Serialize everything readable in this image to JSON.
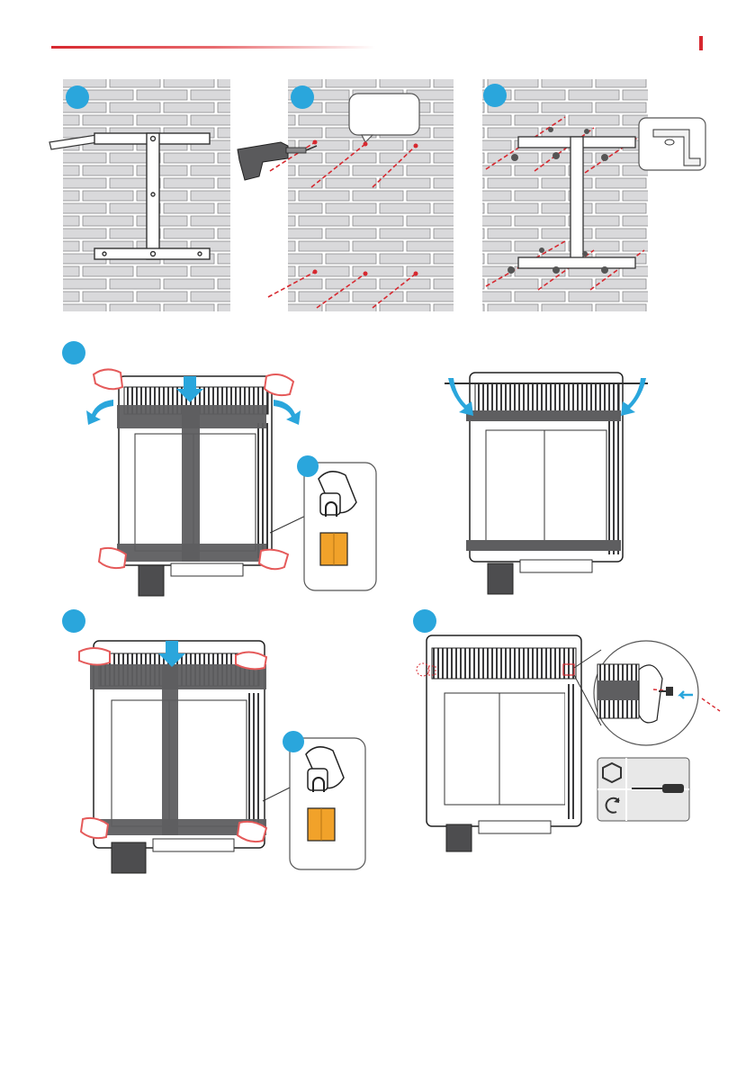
{
  "colors": {
    "accent_red": "#d7282f",
    "step_blue": "#2aa6dc",
    "arrow_blue": "#2aa6dc",
    "brick_fill": "#d9d9db",
    "brick_stroke": "#8a8a8c",
    "inverter_dark": "#4d4d4f",
    "lock_orange": "#f1a22a",
    "hand_red": "#e55a5a"
  },
  "steps": [
    {
      "id": "1",
      "label": ""
    },
    {
      "id": "2",
      "label": ""
    },
    {
      "id": "3",
      "label": ""
    },
    {
      "id": "4",
      "label": ""
    },
    {
      "id": "5",
      "label": ""
    },
    {
      "id": "6",
      "label": ""
    },
    {
      "id": "7",
      "label": ""
    },
    {
      "id": "8",
      "label": ""
    }
  ],
  "icons": [
    "hammer-drill-icon",
    "padlock-icon",
    "hex-nut-icon",
    "screwdriver-icon",
    "rotate-clockwise-icon",
    "hand-icon",
    "down-arrow-icon"
  ]
}
